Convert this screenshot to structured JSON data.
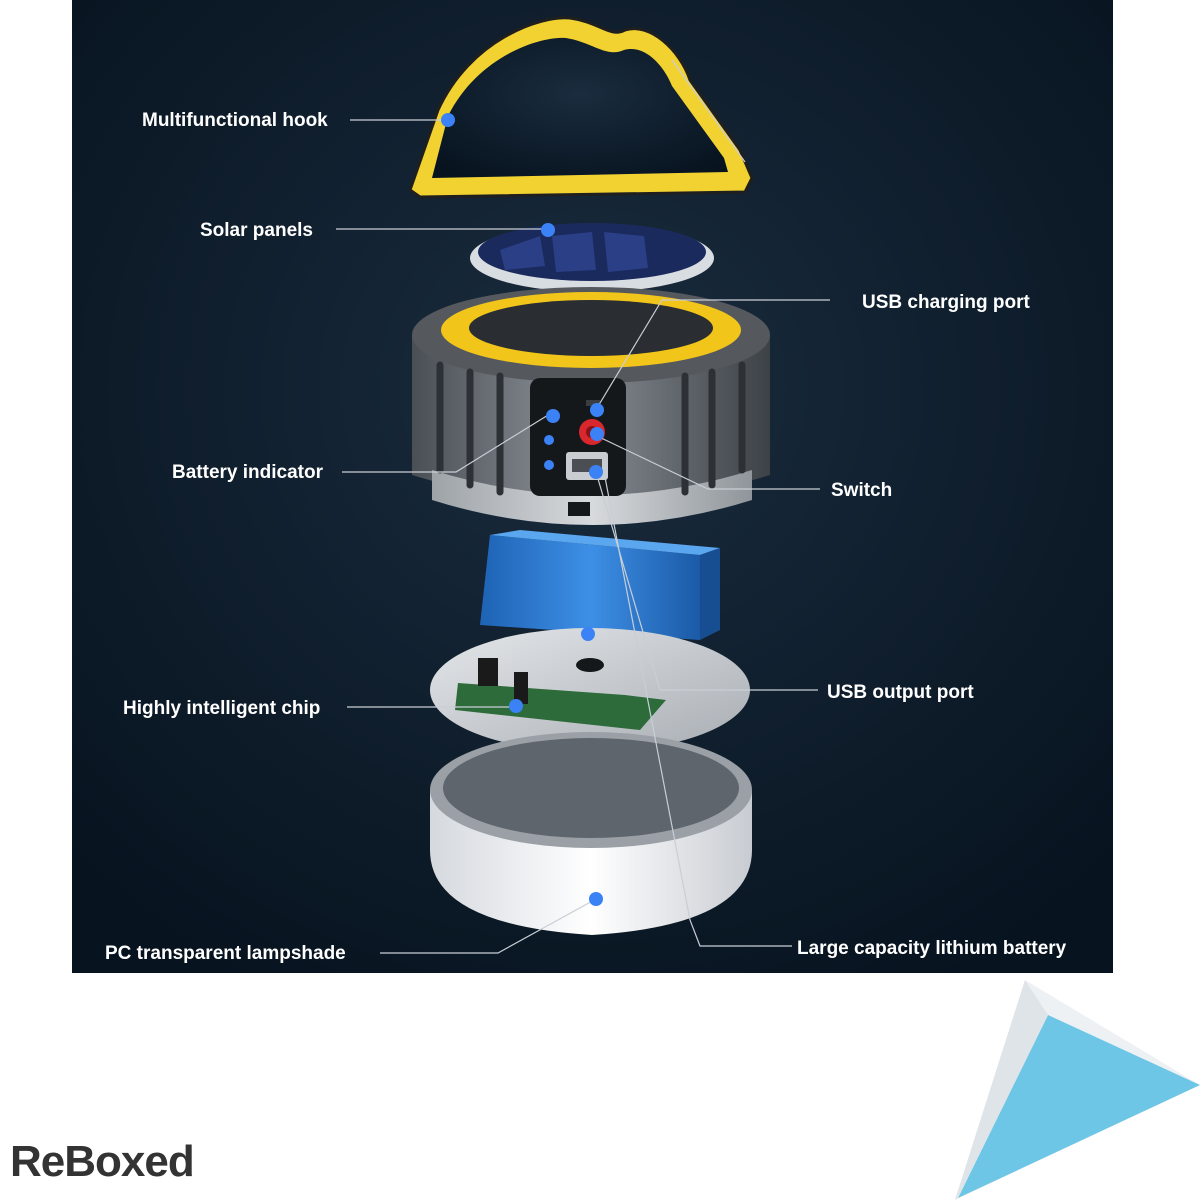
{
  "labels": {
    "hook": "Multifunctional hook",
    "solar": "Solar panels",
    "usb_charging": "USB charging port",
    "battery_indicator": "Battery indicator",
    "switch": "Switch",
    "usb_output": "USB output port",
    "chip": "Highly intelligent chip",
    "lampshade": "PC transparent lampshade",
    "lithium_battery": "Large capacity lithium battery"
  },
  "brand": {
    "logo_text": "ReBoxed"
  },
  "colors": {
    "background": "#0b1a28",
    "hook": "#f2d230",
    "housing": "#6e7378",
    "battery_pack": "#2f7fd6",
    "dot": "#3b82f6",
    "corner_fold": "#6ec6e6"
  }
}
